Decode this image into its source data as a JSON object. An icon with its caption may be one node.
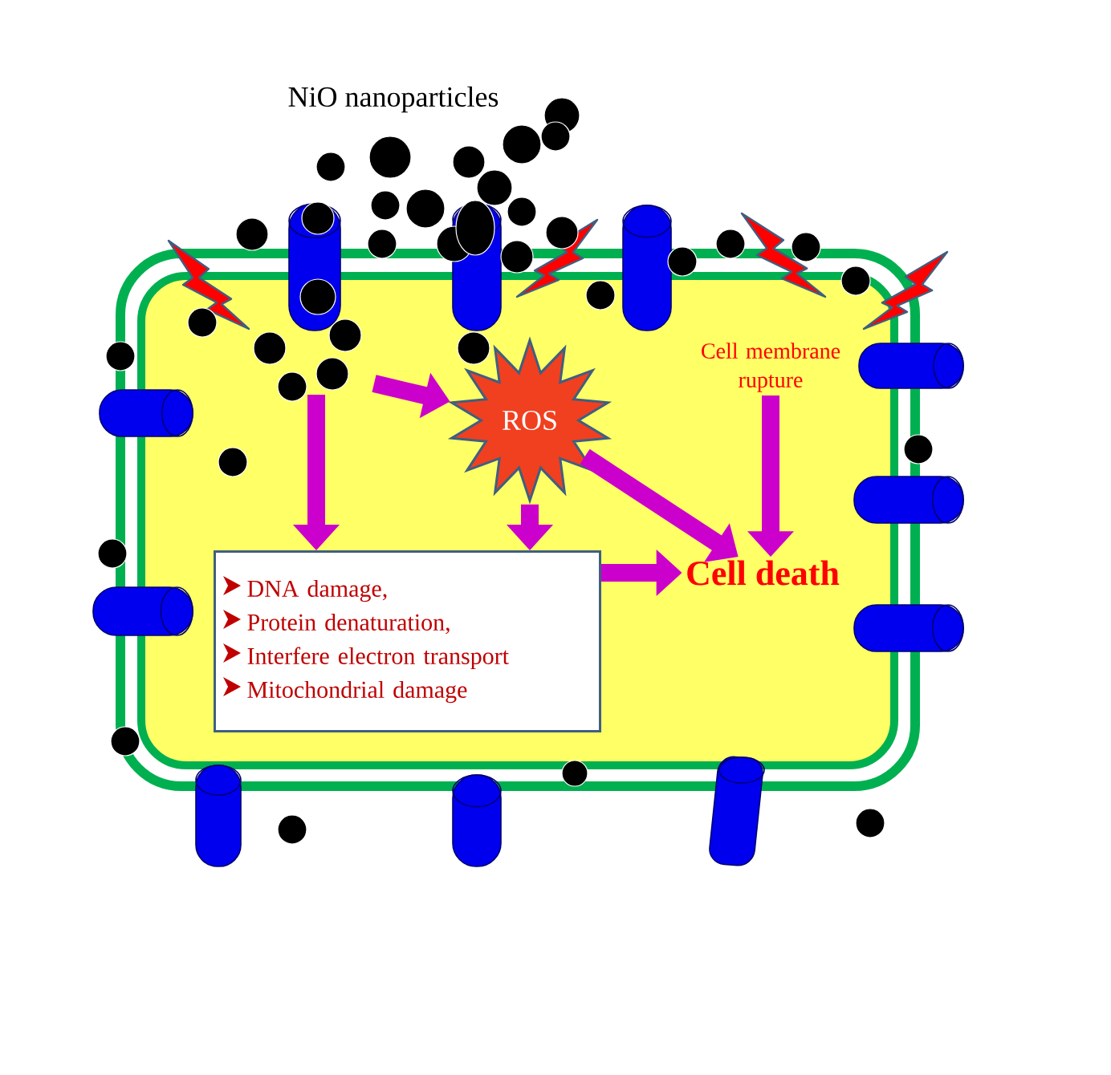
{
  "diagram": {
    "nodes": [
      {
        "text": [],
        "shape": "box"
      },
      {
        "text": [
          "ROS"
        ],
        "in": 0
      },
      {
        "text": [
          "Cell membrane rupture"
        ],
        "in": 0
      },
      {
        "text": [
          "DNA damage,",
          "Protein denaturation,",
          "Interfere electron transport",
          "Mitochondrial damage"
        ],
        "in": 0
      },
      {
        "text": [
          "Cell death"
        ],
        "in": 0
      }
    ],
    "edges": [
      {
        "from": null,
        "to": 3,
        "arrow": "to"
      },
      {
        "from": null,
        "to": 1,
        "arrow": "to"
      },
      {
        "from": 1,
        "to": 3,
        "arrow": "to"
      },
      {
        "from": 1,
        "to": 4,
        "arrow": "to"
      },
      {
        "from": 2,
        "to": 4,
        "arrow": "to"
      },
      {
        "from": 3,
        "to": 4,
        "arrow": "to"
      }
    ],
    "labels": [
      "NiO nanoparticles"
    ]
  }
}
